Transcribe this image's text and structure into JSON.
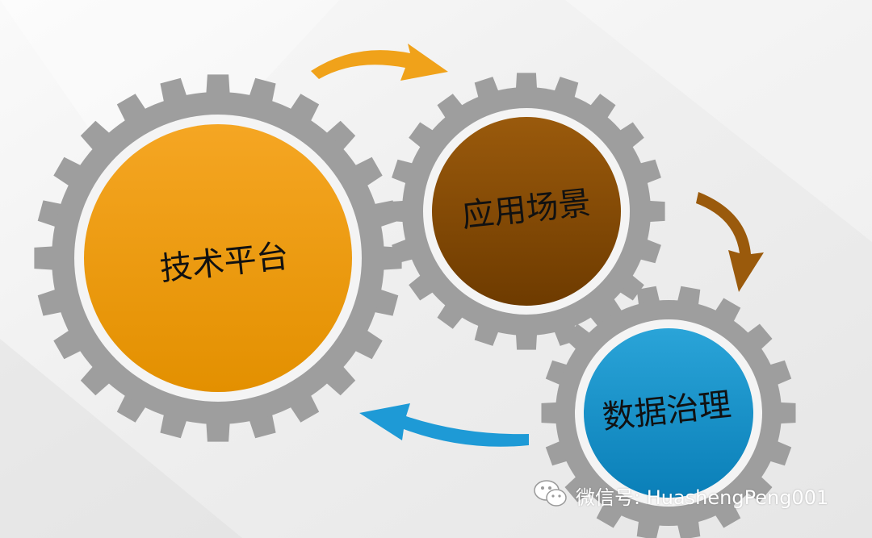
{
  "diagram": {
    "gears": [
      {
        "id": "tech",
        "label": "技术平台",
        "color_top": "#f5a623",
        "color_bottom": "#e39000"
      },
      {
        "id": "app",
        "label": "应用场景",
        "color_top": "#9a5a0c",
        "color_bottom": "#6e3b00"
      },
      {
        "id": "data",
        "label": "数据治理",
        "color_top": "#2aa4d8",
        "color_bottom": "#0a7fb8"
      }
    ],
    "arrow_colors": {
      "tech_to_app": "#f0a21a",
      "app_to_data": "#9a5a0c",
      "data_to_tech": "#1e9ad6"
    },
    "gear_ring_color": "#9e9e9e",
    "gear_inner_color": "#f4f4f4"
  },
  "watermark": {
    "text": "微信号: HuashengPeng001",
    "icon": "wechat-icon"
  }
}
